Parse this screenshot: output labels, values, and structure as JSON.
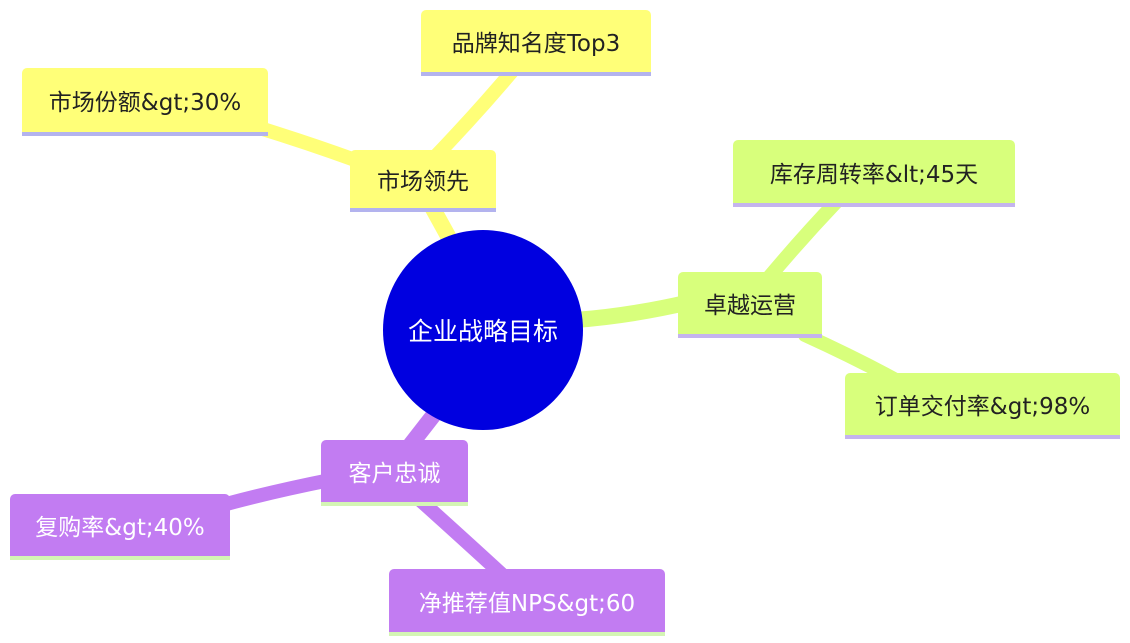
{
  "root": {
    "label": "企业战略目标"
  },
  "colors": {
    "root_fill": "#0000e0",
    "yellow_branch": "#ffff78",
    "green_branch": "#d8ff7c",
    "purple_branch": "#c27cf2"
  },
  "branches": {
    "market": {
      "label": "市场领先",
      "children": [
        "品牌知名度Top3",
        "市场份额&gt;30%"
      ]
    },
    "operations": {
      "label": "卓越运营",
      "children": [
        "库存周转率&lt;45天",
        "订单交付率&gt;98%"
      ]
    },
    "loyalty": {
      "label": "客户忠诚",
      "children": [
        "复购率&gt;40%",
        "净推荐值NPS&gt;60"
      ]
    }
  }
}
